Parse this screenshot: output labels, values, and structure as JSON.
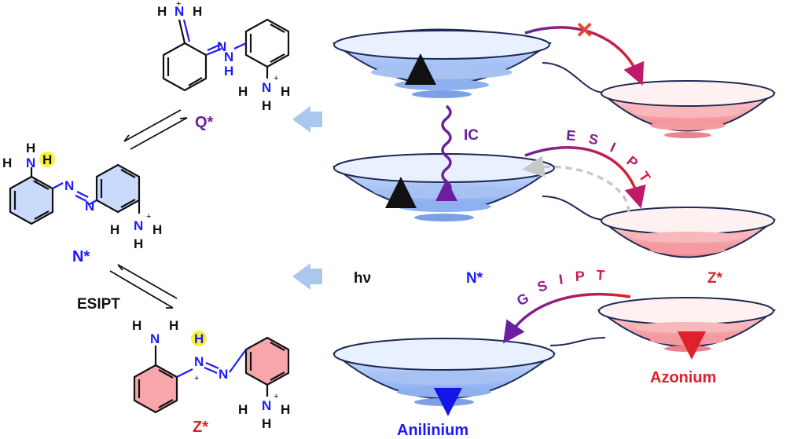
{
  "molecules": {
    "q": {
      "label": "Q*",
      "atoms": {
        "n_top": "N",
        "h_top_left": "H",
        "h_top_right": "H",
        "n_azo1": "N",
        "n_azo2": "N",
        "h_azo": "H",
        "n_amm": "N",
        "h_amm_left": "H",
        "h_amm_right": "H",
        "h_amm_bottom": "H"
      }
    },
    "n": {
      "label": "N*",
      "atoms": {
        "n_amm_top": "N",
        "h_a": "H",
        "h_b": "H",
        "h_highlight": "H",
        "n_azo1": "N",
        "n_azo2": "N",
        "n_amm_bottom": "N",
        "h_c": "H",
        "h_d": "H",
        "h_e": "H"
      }
    },
    "z": {
      "label": "Z*",
      "atoms": {
        "n_amine": "N",
        "h_amine_left": "H",
        "h_amine_right": "H",
        "h_highlight": "H",
        "n_azo1": "N",
        "n_azo2": "N",
        "n_amm": "N",
        "h_left": "H",
        "h_right": "H",
        "h_bottom": "H"
      }
    }
  },
  "reaction_label": "ESIPT",
  "plus_sign": "+",
  "energy_diagram": {
    "ic_label": "IC",
    "esipt_letters": [
      "E",
      "S",
      "I",
      "P",
      "T"
    ],
    "gsipt_letters": [
      "G",
      "S",
      "I",
      "P",
      "T"
    ],
    "hv_label": "hν",
    "n_star_label": "N*",
    "z_star_label": "Z*",
    "anilinium_label": "Anilinium",
    "azonium_label": "Azonium",
    "blocked_mark": "✕"
  },
  "colors": {
    "blue_text": "#1a1aff",
    "purple_text": "#6b1fa0",
    "red_text": "#e0202a",
    "bowl_blue": "#7fa6f0",
    "bowl_red": "#f07f86",
    "outline": "#1f2a55",
    "arrow_light_blue": "#a9c8ee",
    "highlight_yellow": "#f5f238"
  }
}
